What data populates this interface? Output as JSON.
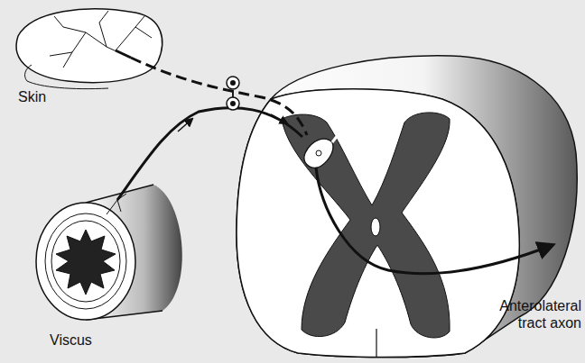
{
  "diagram": {
    "labels": [
      "Skin",
      "Viscus",
      "Anterolateral tract axon"
    ]
  }
}
